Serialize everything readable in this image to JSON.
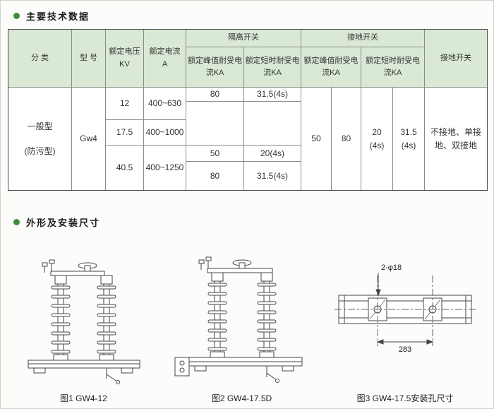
{
  "sections": {
    "tech_data_title": "主要技术数据",
    "dimensions_title": "外形及安装尺寸"
  },
  "table": {
    "headers": {
      "category": "分 类",
      "model": "型 号",
      "voltage_l1": "额定电压",
      "voltage_l2": "KV",
      "current_l1": "额定电流",
      "current_l2": "A",
      "isolation_switch": "隔离开关",
      "earthing_switch": "接地开关",
      "earthing_mode": "接地开关",
      "peak_l1": "额定峰值耐受电",
      "peak_l2": "流KA",
      "short_l1": "额定短时耐受电",
      "short_l2": "流KA"
    },
    "body": {
      "category_l1": "一般型",
      "category_l2": "(防污型)",
      "model": "Gw4",
      "voltages": [
        "12",
        "17.5",
        "40.5"
      ],
      "currents": [
        "400~630",
        "400~1000",
        "400~1250"
      ],
      "iso_peak": [
        "80",
        "",
        "50",
        "80"
      ],
      "iso_short": [
        "31.5(4s)",
        "",
        "20(4s)",
        "31.5(4s)"
      ],
      "earth_peak": [
        "50",
        "80"
      ],
      "earth_short_a": [
        "20",
        "(4s)"
      ],
      "earth_short_b": [
        "31.5",
        "(4s)"
      ],
      "earthing_note_l1": "不接地、单接",
      "earthing_note_l2": "地、双接地"
    }
  },
  "figures": {
    "fig1_caption": "图1 GW4-12",
    "fig2_caption": "图2 GW4-17.5D",
    "fig3_caption": "图3 GW4-17.5安装孔尺寸",
    "hole_dim_label": "2-φ18",
    "span_dim_label": "283"
  },
  "colors": {
    "accent_green": "#3f8e3f",
    "header_bg": "#d9e9d5",
    "grid_line": "#8a8a8a"
  }
}
